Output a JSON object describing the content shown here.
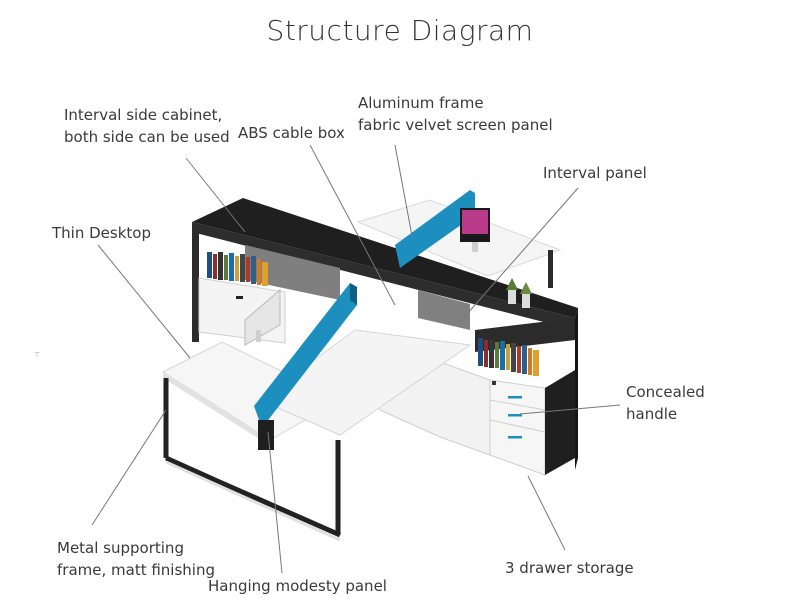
{
  "title": "Structure Diagram",
  "labels": {
    "interval_side_cabinet": [
      "Interval side cabinet,",
      "both side can be used"
    ],
    "abs_cable_box": "ABS cable box",
    "aluminum_frame": [
      "Aluminum frame",
      "fabric velvet screen panel"
    ],
    "interval_panel": "Interval panel",
    "thin_desktop": "Thin Desktop",
    "concealed_handle": [
      "Concealed",
      "handle"
    ],
    "metal_frame": [
      "Metal supporting",
      "frame, matt finishing"
    ],
    "hanging_modesty_panel": "Hanging modesty panel",
    "drawer_storage": "3 drawer storage"
  },
  "stray_mark": "⊤",
  "colors": {
    "cabinet_black": "#2b2b2b",
    "desktop_white": "#f3f3f3",
    "screen_blue": "#1d8fbf",
    "leader_line": "#777777"
  }
}
